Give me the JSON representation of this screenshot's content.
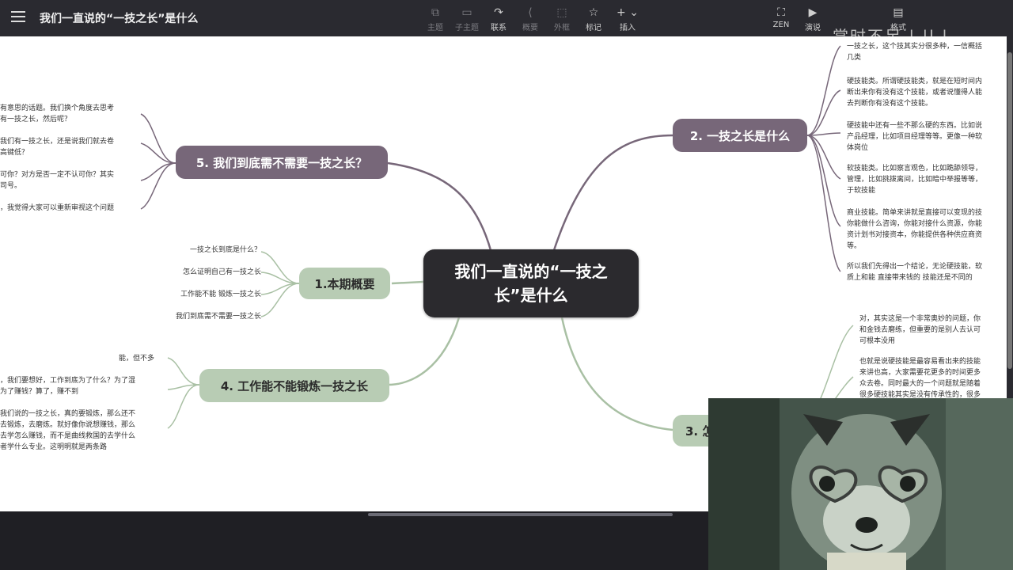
{
  "app": {
    "title": "我们一直说的“一技之长”是什么",
    "toolbar": [
      {
        "label": "主题",
        "icon": "⧉",
        "enabled": false
      },
      {
        "label": "子主题",
        "icon": "▭",
        "enabled": false
      },
      {
        "label": "联系",
        "icon": "↷",
        "enabled": true
      },
      {
        "label": "概要",
        "icon": "⟨",
        "enabled": false
      },
      {
        "label": "外框",
        "icon": "⬚",
        "enabled": false
      },
      {
        "label": "标记",
        "icon": "☆",
        "enabled": true
      },
      {
        "label": "插入",
        "icon": "+ ⌄",
        "enabled": true
      }
    ],
    "right_tools": [
      {
        "label": "ZEN",
        "icon": "⛶"
      },
      {
        "label": "演说",
        "icon": "▶"
      },
      {
        "label": "格式",
        "icon": "▤"
      }
    ],
    "watermark": "掌时不足 |.|l.|"
  },
  "mindmap": {
    "central": {
      "line1": "我们一直说的“一技之",
      "line2": "长”是什么"
    },
    "topics": {
      "t1": "1.本期概要",
      "t2": "2. 一技之长是什么",
      "t3": "3. 怎",
      "t4": "4. 工作能不能锻炼一技之长",
      "t5": "5. 我们到底需不需要一技之长？"
    },
    "t1_leaves": [
      "一技之长到底是什么？",
      "怎么证明自己有一技之长",
      "工作能不能 锻炼一技之长",
      "我们到底需不需要一技之长"
    ],
    "t5_leaves": [
      [
        "有意思的话题。我们换个角度去思考",
        "有一技之长，然后呢？"
      ],
      [
        "我们有一技之长，还是说我们就去卷",
        "高键低？"
      ],
      [
        "可你？对方是否一定不认可你？其实",
        "司号。"
      ],
      [
        "，我觉得大家可以重新审视这个问题"
      ]
    ],
    "t4_leaves": [
      [
        "能，但不多"
      ],
      [
        "，我们要想好，工作到底为了什么？为了湿",
        "为了赚钱？算了，赚不到"
      ],
      [
        "我们说的一技之长，真的要锻炼，那么还不",
        "去锻炼，去磨炼。就好像你说想赚钱，那么",
        "去学怎么赚钱，而不是曲线救国的去学什么",
        "者学什么专业。这明明就是两条路"
      ]
    ],
    "t2_paras": [
      [
        "一技之长，这个技其实分很多种，一信概括",
        "几类"
      ],
      [
        "硬技能类。所谓硬技能类，就是在短时间内",
        "断出来你有没有这个技能，或者说懂得人能",
        "去判断你有没有这个技能。"
      ],
      [
        "硬技能中还有一些不那么硬的东西。比如说",
        "产品经理，比如项目经理等等。更像一种软",
        "体岗位"
      ],
      [
        "软技能类。比如察言观色，比如跪舔领导，",
        "管理，比如挑拨离间，比如暗中举报等等，",
        "于软技能"
      ],
      [
        "商业技能。简单来讲就是直接可以变现的技",
        "你能做什么咨询，你能对接什么资源，你能",
        "资计划书对接资本，你能提供各种供应商资",
        "等。"
      ],
      [
        "所以我们先得出一个结论，无论硬技能，软",
        "质上和能 直接带来钱的 技能还是不同的"
      ]
    ],
    "t3_paras": [
      [
        "对，其实这是一个非常奥妙的问题，你",
        "和金钱去磨练，但重要的是别人去认可",
        "可根本没用"
      ],
      [
        "也就是说硬技能是最容易看出来的技能",
        "来讲也高，大家需要花更多的时间更多",
        "众去卷。同时最大的一个问题就是随着",
        "很多硬技能其实是没有传承性的，很多"
      ]
    ]
  },
  "colors": {
    "central": "#2b2a2e",
    "purple_topic": "#776779",
    "green_topic": "#b8ccb4",
    "link_purple": "#776779",
    "link_green": "#a9c0a4"
  }
}
